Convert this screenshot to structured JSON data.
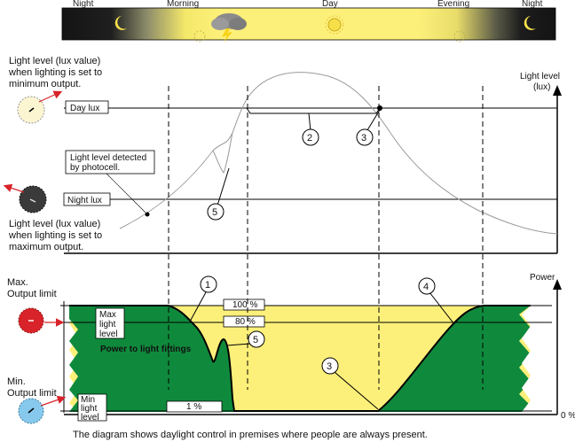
{
  "time_band": {
    "labels": [
      "Night",
      "Morning",
      "Day",
      "Evening",
      "Night"
    ]
  },
  "light_chart": {
    "axis_label_line1": "Light level",
    "axis_label_line2": "(lux)",
    "min_output_caption": [
      "Light level (lux value)",
      "when lighting is set to",
      "minimum output."
    ],
    "max_output_caption": [
      "Light level (lux value)",
      "when lighting is set to",
      "maximum output."
    ],
    "day_lux": "Day lux",
    "night_lux": "Night lux",
    "photocell_label": [
      "Light level detected",
      "by photocell."
    ]
  },
  "power_chart": {
    "axis_label": "Power",
    "max_output_limit": [
      "Max.",
      "Output limit"
    ],
    "min_output_limit": [
      "Min.",
      "Output limit"
    ],
    "max_light_level": [
      "Max",
      "light",
      "level"
    ],
    "min_light_level": [
      "Min",
      "light",
      "level"
    ],
    "pct_100": "100 %",
    "pct_80": "80 %",
    "pct_1": "1 %",
    "pct_0": "0 %",
    "power_label": "Power to light fittings"
  },
  "markers": {
    "m1": "1",
    "m2": "2",
    "m3a": "3",
    "m3b": "3",
    "m4": "4",
    "m5a": "5",
    "m5b": "5"
  },
  "caption": "The diagram shows daylight control in premises where people are always present.",
  "colors": {
    "power_fill": "#0f8a3c",
    "day_band": "#fdf07a",
    "night_band": "#1c1c1c",
    "sun": "#f6e04a",
    "red_dial": "#d8232a",
    "blue_dial": "#86c9ec",
    "dark_dial": "#3a3a3a"
  }
}
